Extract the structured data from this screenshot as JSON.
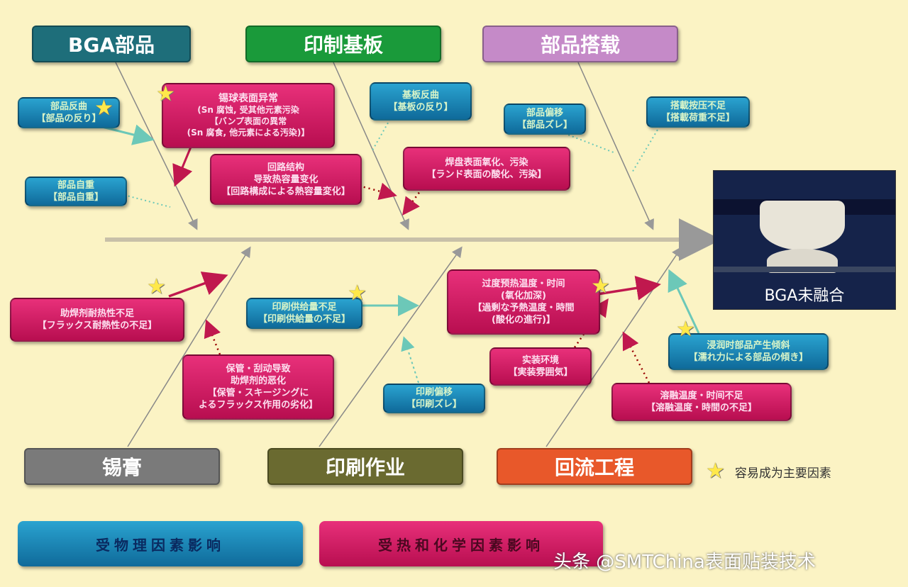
{
  "categories": {
    "bga_parts": {
      "label": "BGA部品",
      "color": "#1e6e7a"
    },
    "pcb": {
      "label": "印制基板",
      "color": "#1a9a3a"
    },
    "mounting": {
      "label": "部品搭载",
      "color": "#c58ac8"
    },
    "solder_paste": {
      "label": "锡膏",
      "color": "#7a7a7a"
    },
    "printing": {
      "label": "印刷作业",
      "color": "#6a6a30"
    },
    "reflow": {
      "label": "回流工程",
      "color": "#e8582a"
    }
  },
  "causes": {
    "part_warp": {
      "line1": "部品反曲",
      "line2": "【部品の反り】",
      "type": "physical",
      "key_factor": true
    },
    "ball_surface": {
      "line1": "锡球表面异常",
      "line2": "(Sn 腐蚀, 受其他元素污染",
      "line3": "【バンプ表面の異常",
      "line4": "(Sn 腐食, 他元素による汚染)】",
      "type": "thermal-chemical",
      "key_factor": true
    },
    "part_weight": {
      "line1": "部品自重",
      "line2": "【部品自重】",
      "type": "physical"
    },
    "circuit": {
      "line1": "回路结构",
      "line2": "导致热容量变化",
      "line3": "【回路構成による熱容量変化】",
      "type": "thermal-chemical"
    },
    "board_warp": {
      "line1": "基板反曲",
      "line2": "【基板の反り】",
      "type": "physical"
    },
    "land_oxid": {
      "line1": "焊盘表面氧化、污染",
      "line2": "【ランド表面の酸化、汚染】",
      "type": "thermal-chemical"
    },
    "part_shift": {
      "line1": "部品偏移",
      "line2": "【部品ズレ】",
      "type": "physical"
    },
    "mount_press": {
      "line1": "搭載按压不足",
      "line2": "【搭載荷重不足】",
      "type": "physical"
    },
    "flux_heat": {
      "line1": "助焊剂耐热性不足",
      "line2": "【フラックス耐熱性の不足】",
      "type": "thermal-chemical",
      "key_factor": true
    },
    "print_amount": {
      "line1": "印刷供给量不足",
      "line2": "【印刷供給量の不足】",
      "type": "physical",
      "key_factor": true
    },
    "storage": {
      "line1": "保管・刮动导致",
      "line2": "助焊剂的恶化",
      "line3": "【保管・スキージングに",
      "line4": "よるフラックス作用の劣化】",
      "type": "thermal-chemical"
    },
    "print_shift": {
      "line1": "印刷偏移",
      "line2": "【印刷ズレ】",
      "type": "physical"
    },
    "preheat": {
      "line1": "过度预热温度・时间",
      "line2": "(氧化加深)",
      "line3": "【過剰な予熱温度・時間",
      "line4": "(酸化の進行)】",
      "type": "thermal-chemical",
      "key_factor": true
    },
    "environment": {
      "line1": "实装环境",
      "line2": "【実装雰囲気】",
      "type": "thermal-chemical"
    },
    "melt": {
      "line1": "溶融温度・时间不足",
      "line2": "【溶融温度・時間の不足】",
      "type": "thermal-chemical"
    },
    "tilt": {
      "line1": "浸润时部品产生倾斜",
      "line2": "【濡れ力による部品の傾き】",
      "type": "physical",
      "key_factor": true
    }
  },
  "effect": {
    "label": "BGA未融合"
  },
  "legend": {
    "star_label": "容易成为主要因素"
  },
  "bottom_legend": {
    "physical": "受物理因素影响",
    "thermal": "受热和化学因素影响",
    "physical_color": "#1a7fb0",
    "thermal_color": "#d0185a"
  },
  "watermark": "头条 @SMTChina表面贴装技术"
}
